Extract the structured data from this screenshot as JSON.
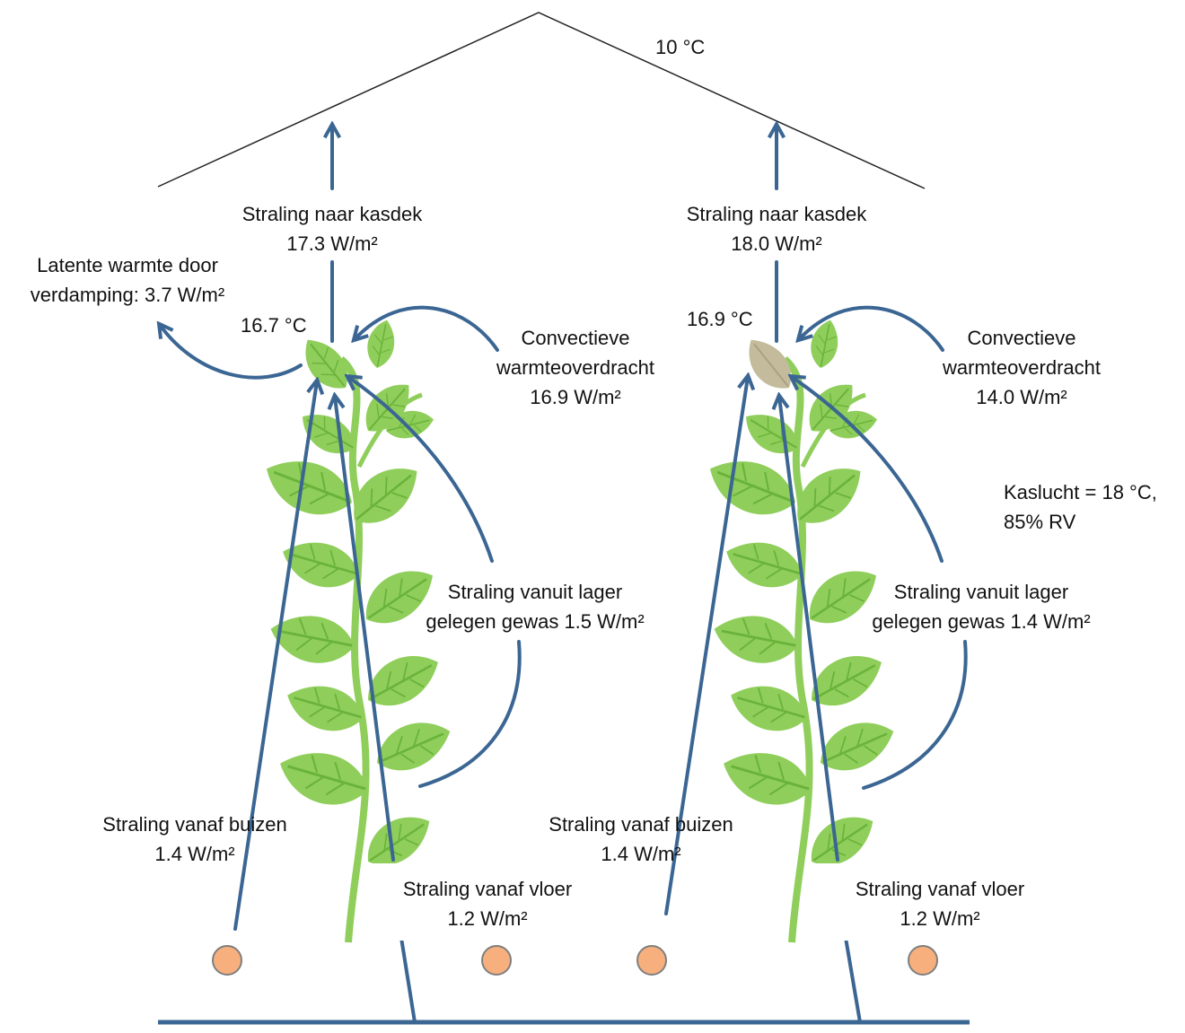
{
  "roof": {
    "temperature": "10 °C"
  },
  "greenhouse_air": {
    "line1": "Kaslucht = 18 °C,",
    "line2": "85% RV"
  },
  "left": {
    "rad_to_roof": {
      "line1": "Straling naar kasdek",
      "line2": "17.3 W/m²"
    },
    "latent": {
      "line1": "Latente warmte door",
      "line2": "verdamping: 3.7 W/m²"
    },
    "leaf_temp": "16.7 °C",
    "convection": {
      "line1": "Convectieve",
      "line2": "warmteoverdracht",
      "line3": "16.9 W/m²"
    },
    "lower_crop": {
      "line1": "Straling vanuit lager",
      "line2": "gelegen gewas 1.5 W/m²"
    },
    "pipes": {
      "line1": "Straling vanaf buizen",
      "line2": "1.4 W/m²"
    },
    "floor": {
      "line1": "Straling vanaf vloer",
      "line2": "1.2 W/m²"
    }
  },
  "right": {
    "rad_to_roof": {
      "line1": "Straling naar kasdek",
      "line2": "18.0 W/m²"
    },
    "leaf_temp": "16.9 °C",
    "convection": {
      "line1": "Convectieve",
      "line2": "warmteoverdracht",
      "line3": "14.0 W/m²"
    },
    "lower_crop": {
      "line1": "Straling vanuit lager",
      "line2": "gelegen gewas 1.4 W/m²"
    },
    "pipes": {
      "line1": "Straling vanaf buizen",
      "line2": "1.4 W/m²"
    },
    "floor": {
      "line1": "Straling vanaf vloer",
      "line2": "1.2 W/m²"
    }
  },
  "colors": {
    "arrow": "#3b6693",
    "leaf": "#8fce5a",
    "leaf_dark": "#6ab33a",
    "target_leaf_right": "#c3bb9b",
    "pipe": "#f7b07d",
    "pipe_edge": "#7f7f7f"
  }
}
